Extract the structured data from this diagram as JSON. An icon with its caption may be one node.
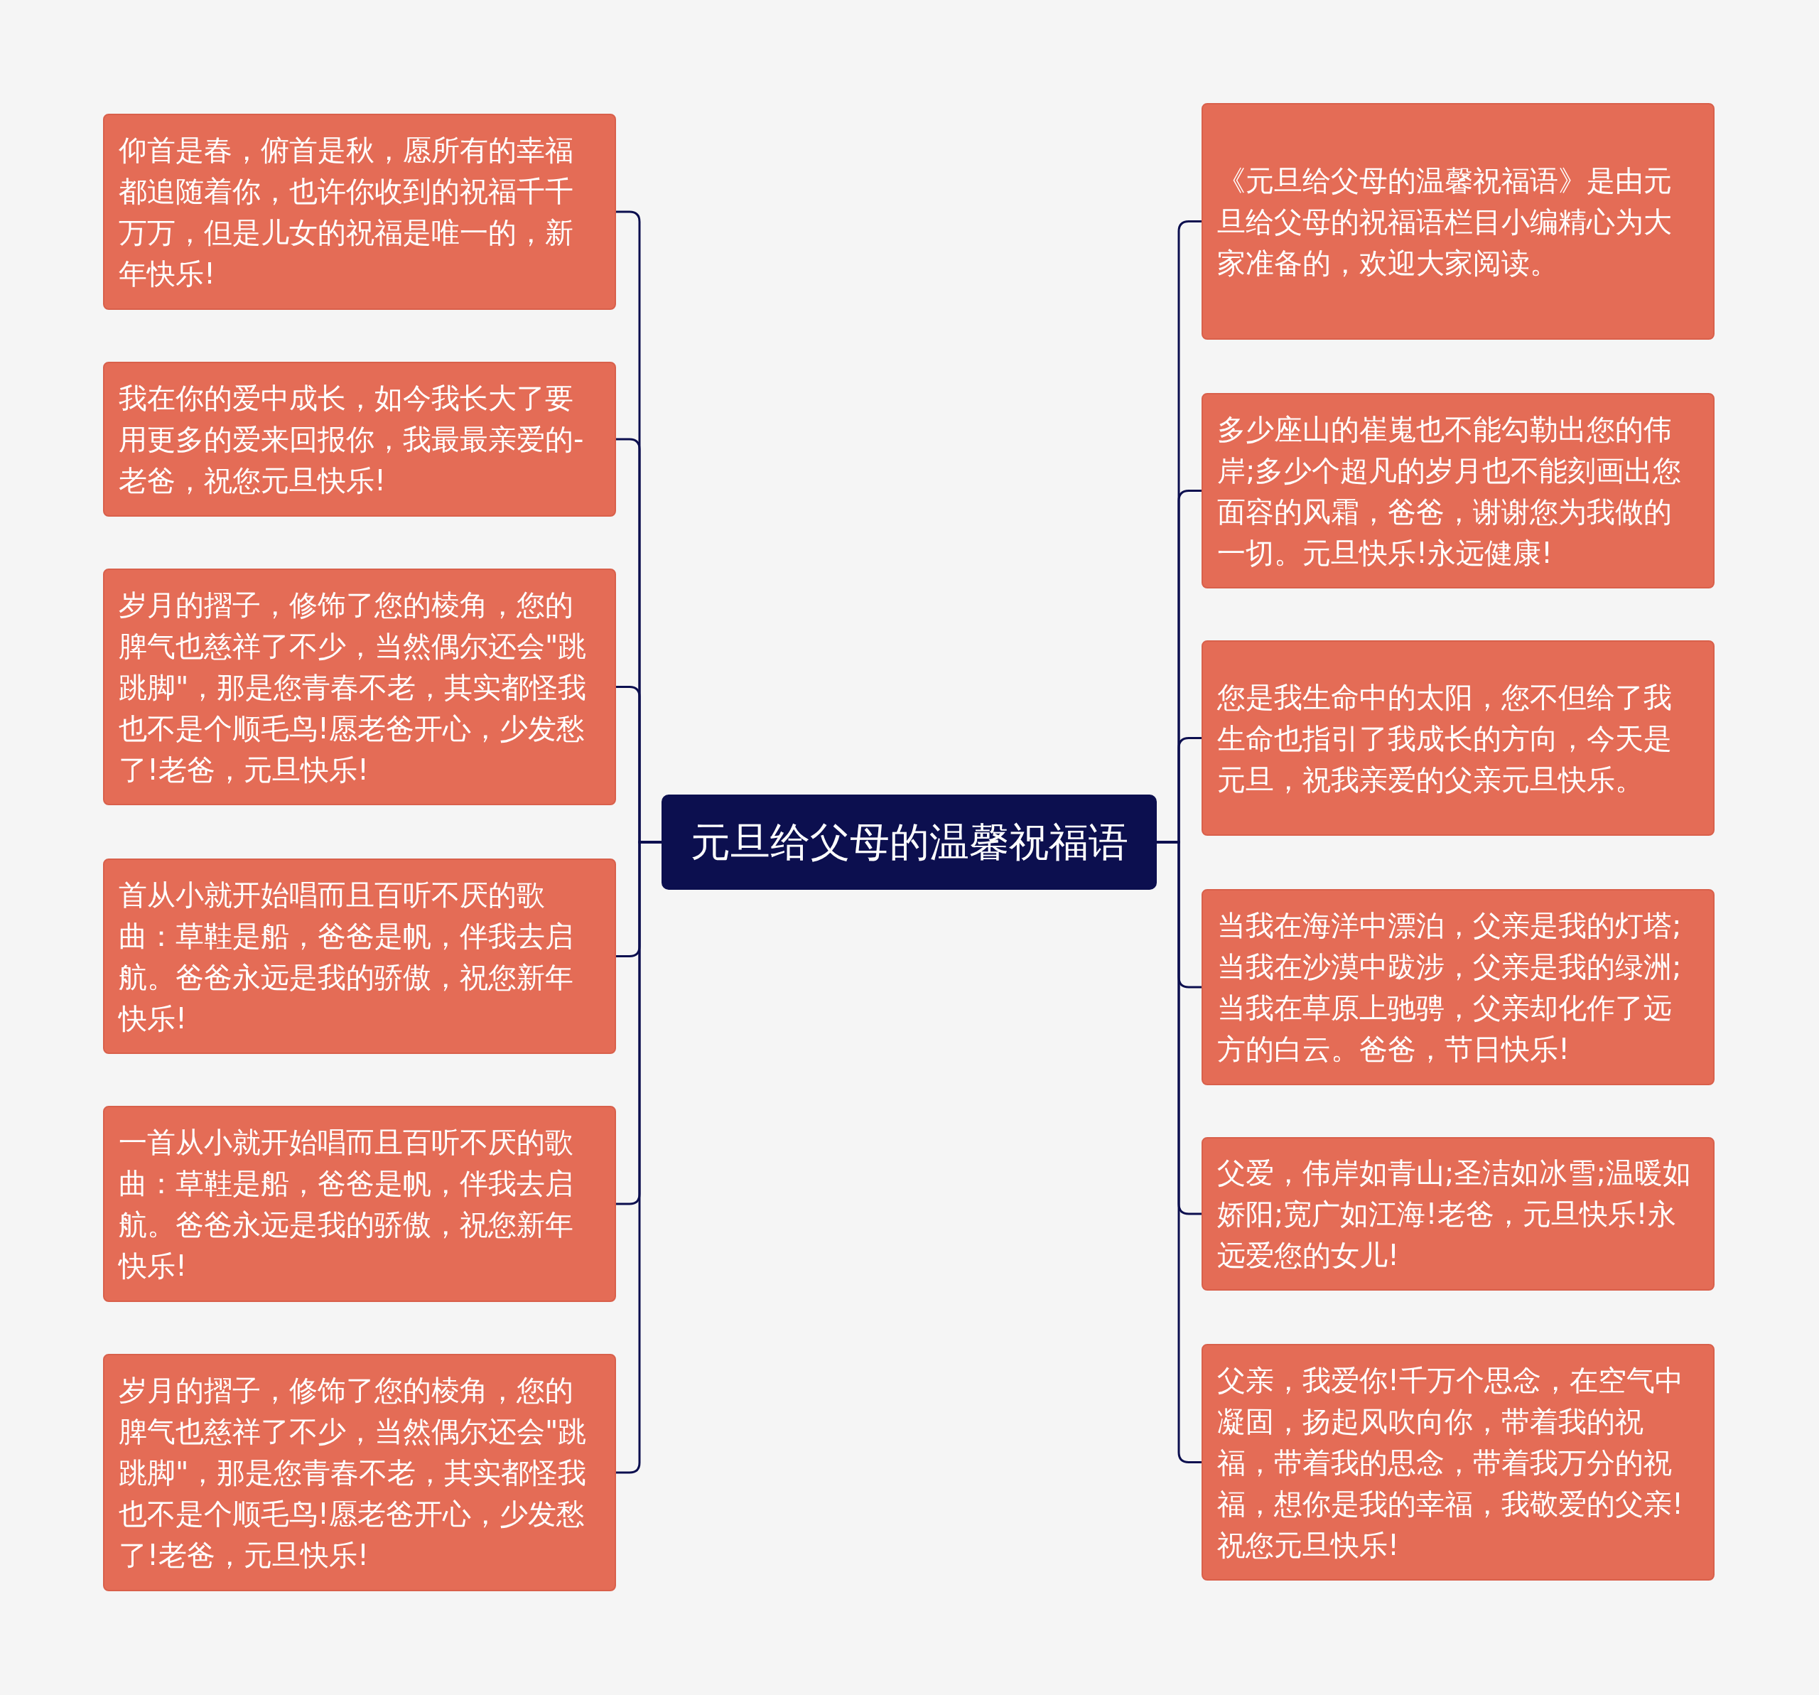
{
  "diagram": {
    "nodes": [
      {
        "text": [
          "元旦给父母的温馨祝福语"
        ]
      },
      {
        "text": [
          "仰首是春，俯首是秋，愿所有的幸福都追随着你，也许你收到的祝福千千万万，但是儿女的祝福是唯一的，新年快乐!"
        ]
      },
      {
        "text": [
          "我在你的爱中成长，如今我长大了要用更多的爱来回报你，我最最亲爱的-老爸，祝您元旦快乐!"
        ]
      },
      {
        "text": [
          "岁月的摺子，修饰了您的棱角，您的脾气也慈祥了不少，当然偶尔还会\"跳跳脚\"，那是您青春不老，其实都怪我也不是个顺毛鸟!愿老爸开心，少发愁了!老爸，元旦快乐!"
        ]
      },
      {
        "text": [
          "首从小就开始唱而且百听不厌的歌曲：草鞋是船，爸爸是帆，伴我去启航。爸爸永远是我的骄傲，祝您新年快乐!"
        ]
      },
      {
        "text": [
          "一首从小就开始唱而且百听不厌的歌曲：草鞋是船，爸爸是帆，伴我去启航。爸爸永远是我的骄傲，祝您新年快乐!"
        ]
      },
      {
        "text": [
          "岁月的摺子，修饰了您的棱角，您的脾气也慈祥了不少，当然偶尔还会\"跳跳脚\"，那是您青春不老，其实都怪我也不是个顺毛鸟!愿老爸开心，少发愁了!老爸，元旦快乐!"
        ]
      },
      {
        "text": [
          "《元旦给父母的温馨祝福语》是由元旦给父母的祝福语栏目小编精心为大家准备的，欢迎大家阅读。"
        ]
      },
      {
        "text": [
          "多少座山的崔嵬也不能勾勒出您的伟岸;多少个超凡的岁月也不能刻画出您面容的风霜，爸爸，谢谢您为我做的一切。元旦快乐!永远健康!"
        ]
      },
      {
        "text": [
          "您是我生命中的太阳，您不但给了我生命也指引了我成长的方向，今天是元旦，祝我亲爱的父亲元旦快乐。"
        ]
      },
      {
        "text": [
          "当我在海洋中漂泊，父亲是我的灯塔;当我在沙漠中跋涉，父亲是我的绿洲;当我在草原上驰骋，父亲却化作了远方的白云。爸爸，节日快乐!"
        ]
      },
      {
        "text": [
          "父爱，伟岸如青山;圣洁如冰雪;温暖如娇阳;宽广如江海!老爸，元旦快乐!永远爱您的女儿!"
        ]
      },
      {
        "text": [
          "父亲，我爱你!千万个思念，在空气中凝固，扬起风吹向你，带着我的祝福，带着我的思念，带着我万分的祝福，想你是我的幸福，我敬爱的父亲!祝您元旦快乐!"
        ]
      }
    ],
    "edges": [
      {
        "from": 0,
        "to": 1,
        "arrow": "none"
      },
      {
        "from": 0,
        "to": 2,
        "arrow": "none"
      },
      {
        "from": 0,
        "to": 3,
        "arrow": "none"
      },
      {
        "from": 0,
        "to": 4,
        "arrow": "none"
      },
      {
        "from": 0,
        "to": 5,
        "arrow": "none"
      },
      {
        "from": 0,
        "to": 6,
        "arrow": "none"
      },
      {
        "from": 0,
        "to": 7,
        "arrow": "none"
      },
      {
        "from": 0,
        "to": 8,
        "arrow": "none"
      },
      {
        "from": 0,
        "to": 9,
        "arrow": "none"
      },
      {
        "from": 0,
        "to": 10,
        "arrow": "none"
      },
      {
        "from": 0,
        "to": 11,
        "arrow": "none"
      },
      {
        "from": 0,
        "to": 12,
        "arrow": "none"
      }
    ]
  }
}
